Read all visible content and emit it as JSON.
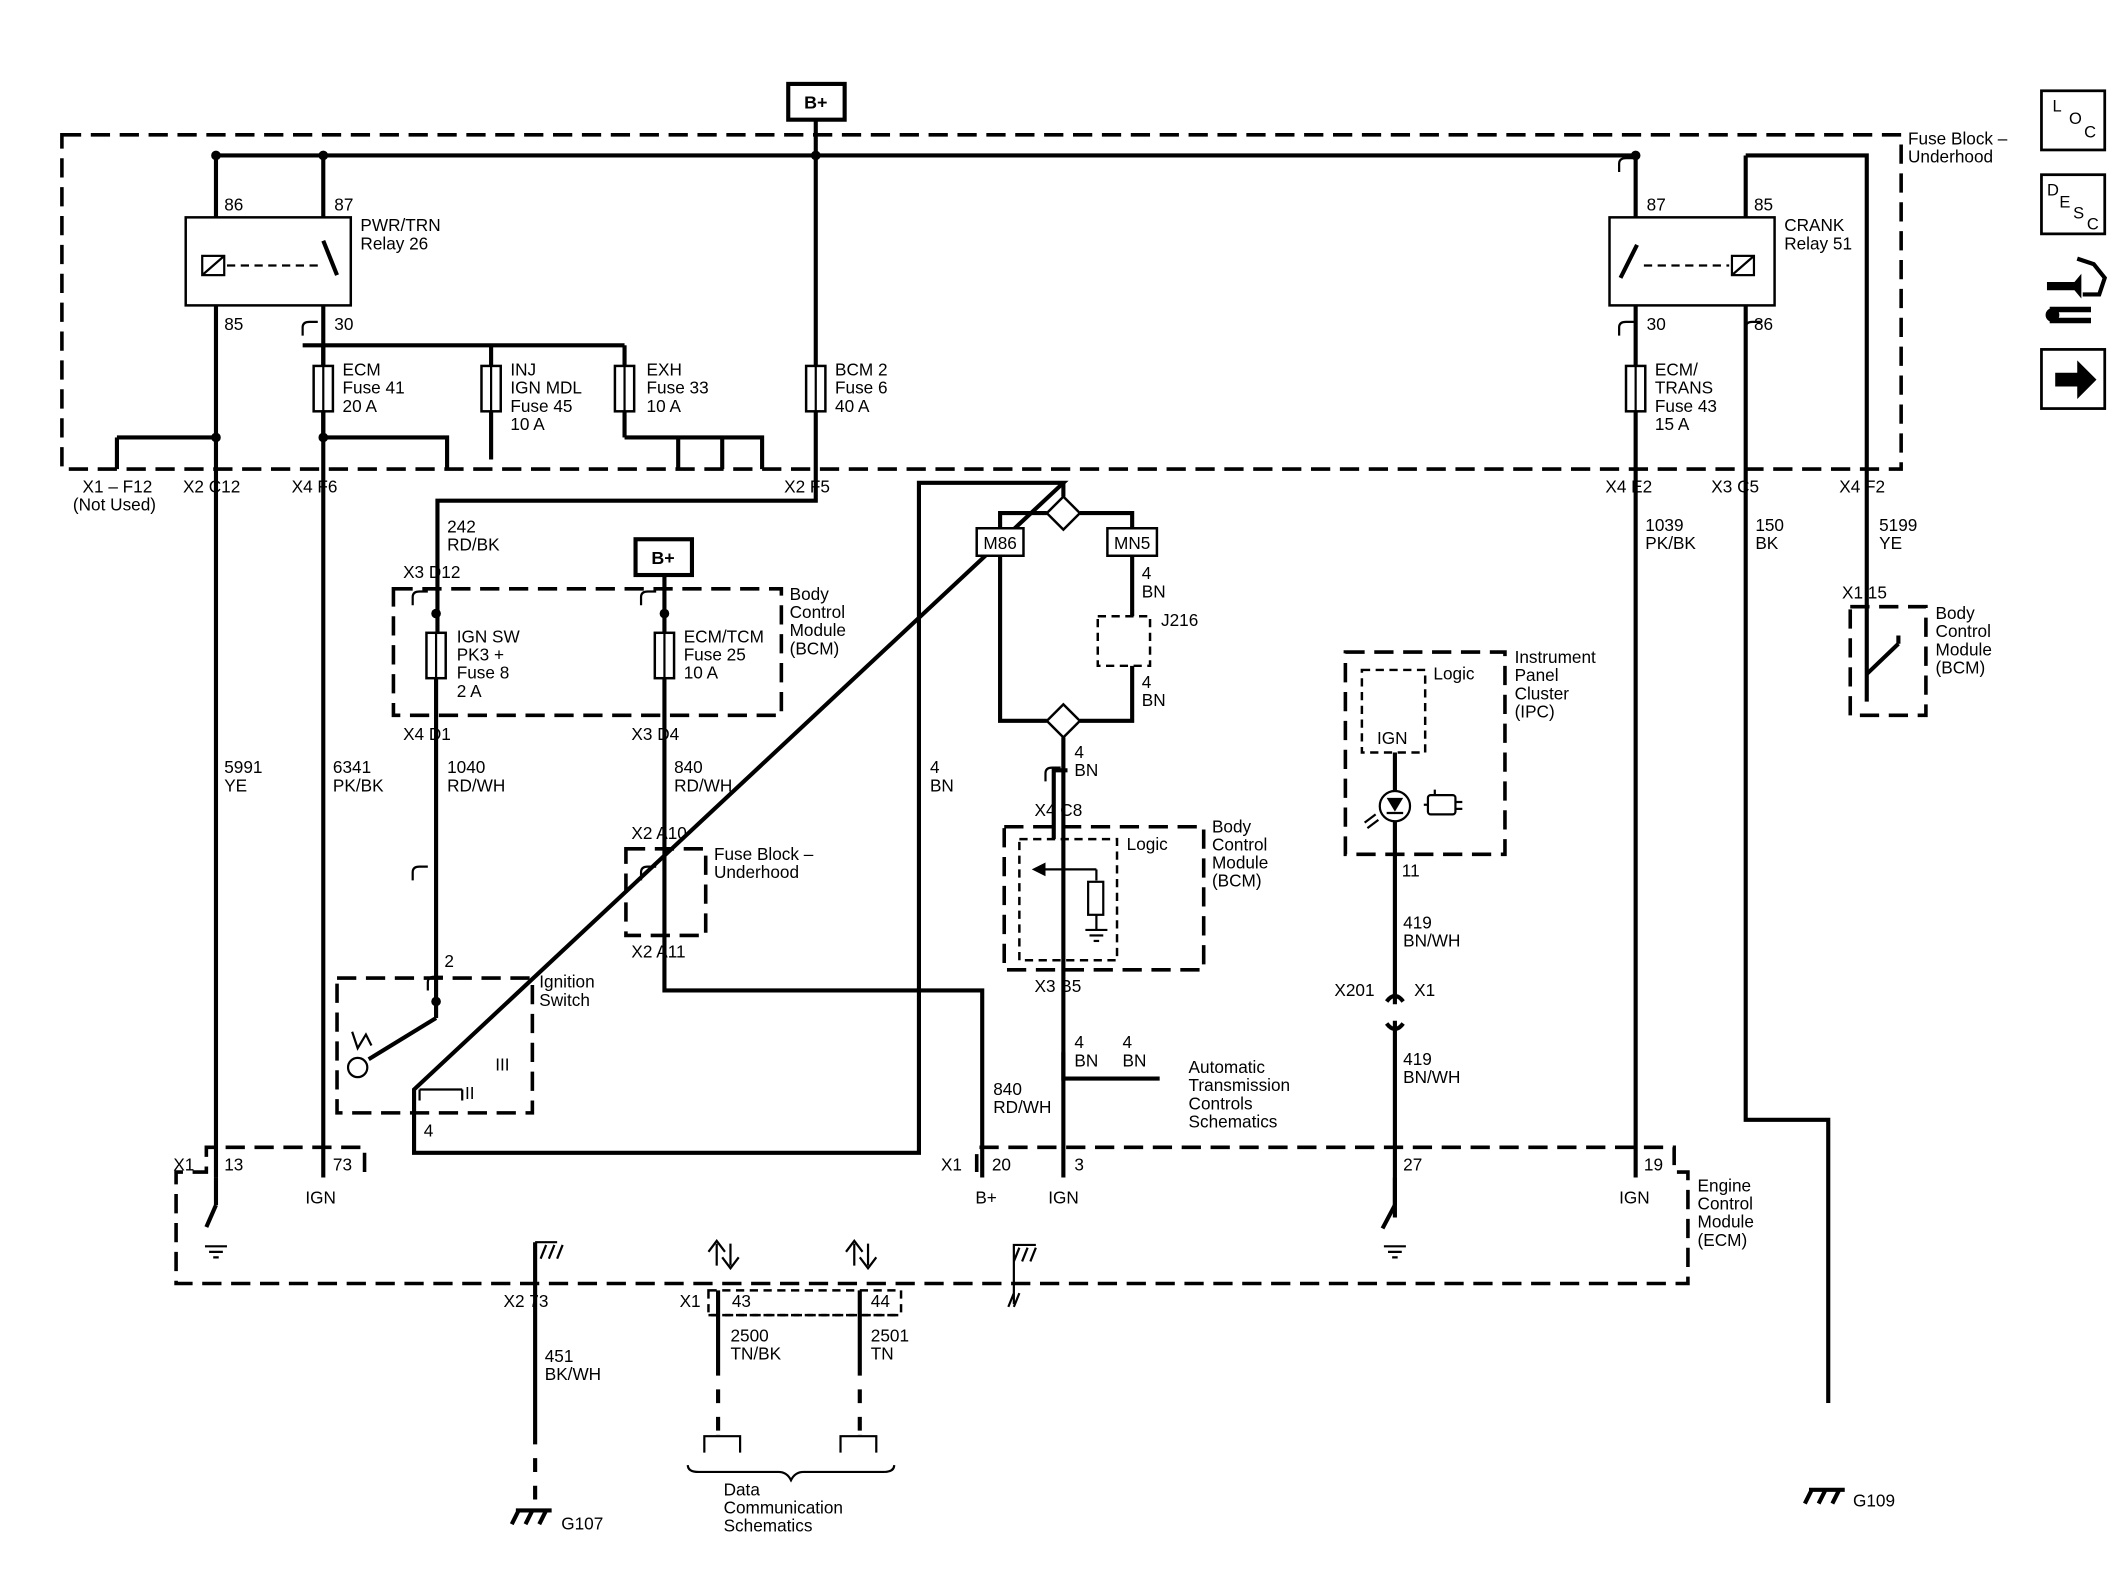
{
  "supply_tags": {
    "top": "B+",
    "bcm": "B+"
  },
  "modules": {
    "fuse_block": "Fuse Block –\nUnderhood",
    "bcm_upper": "Body\nControl\nModule\n(BCM)",
    "bcm_right": "Body\nControl\nModule\n(BCM)",
    "bcm_mid": "Body\nControl\nModule\n(BCM)",
    "fuse_block_small": "Fuse Block –\nUnderhood",
    "ipc": "Instrument\nPanel\nCluster\n(IPC)",
    "ecm": "Engine\nControl\nModule\n(ECM)",
    "ignition_switch": "Ignition\nSwitch"
  },
  "relays": {
    "pwr_trn": {
      "label": "PWR/TRN\nRelay 26",
      "pins": [
        "86",
        "87",
        "85",
        "30"
      ]
    },
    "crank": {
      "label": "CRANK\nRelay 51",
      "pins": [
        "87",
        "85",
        "30",
        "86"
      ]
    }
  },
  "fuses": {
    "ecm41": "ECM\nFuse 41\n20 A",
    "inj45": "INJ\nIGN MDL\nFuse 45\n10 A",
    "exh33": "EXH\nFuse 33\n10 A",
    "bcm6": "BCM 2\nFuse 6\n40 A",
    "ecmtrans43": "ECM/\nTRANS\nFuse 43\n15 A",
    "ignsw": "IGN SW\nPK3 +\nFuse 8\n2 A",
    "ecmtcm25": "ECM/TCM\nFuse 25\n10 A"
  },
  "connectors": {
    "x1_f12": "X1 – F12",
    "not_used": "(Not Used)",
    "x2_c12": "X2   C12",
    "x4_f6": "X4   F6",
    "x2_f5": "X2   F5",
    "x4_e2": "X4   E2",
    "x3_c5": "X3   C5",
    "x4_f2": "X4   F2",
    "x3_d12": "X3   D12",
    "x4_d1": "X4   D1",
    "x3_d4": "X3   D4",
    "x2_a10": "X2   A10",
    "x2_a11": "X2   A11",
    "x1_15": "X1   15",
    "x4_c8": "X4   C8",
    "x3_b5": "X3   B5",
    "x201": "X201",
    "x1_x201": "X1",
    "ipc_11": "11",
    "ign_2": "2",
    "ign_4": "4",
    "x1_ecm_left": "X1",
    "ecm_13": "13",
    "ecm_73": "73",
    "x1_ecm_mid": "X1",
    "ecm_20": "20",
    "ecm_3": "3",
    "ecm_27": "27",
    "ecm_19": "19",
    "x2_73": "X2   73",
    "x1_43": "X1",
    "pin_43": "43",
    "pin_44": "44"
  },
  "wires": {
    "w242": "242\nRD/BK",
    "w5991": "5991\nYE",
    "w6341": "6341\nPK/BK",
    "w1040": "1040\nRD/WH",
    "w840a": "840\nRD/WH",
    "w840b": "840\nRD/WH",
    "w4bn_main": "4\nBN",
    "w4bn_a": "4\nBN",
    "w4bn_b": "4\nBN",
    "w4bn_c": "4\nBN",
    "w4bn_d": "4\nBN",
    "w4bn_e": "4\nBN",
    "w1039": "1039\nPK/BK",
    "w150": "150\nBK",
    "w5199": "5199\nYE",
    "w419a": "419\nBN/WH",
    "w419b": "419\nBN/WH",
    "w451": "451\nBK/WH",
    "w2500": "2500\nTN/BK",
    "w2501": "2501\nTN"
  },
  "splices": {
    "m86": "M86",
    "mn5": "MN5",
    "j216": "J216"
  },
  "ecm_labels": {
    "ign1": "IGN",
    "ign2": "IGN",
    "ign3": "IGN",
    "bplus": "B+"
  },
  "misc": {
    "logic_bcm": "Logic",
    "logic_ipc": "Logic",
    "ign_ipc": "IGN",
    "ign_pos_iii": "III",
    "ign_pos_ii": "II",
    "ats": "Automatic\nTransmission\nControls\nSchematics",
    "data_comm": "Data\nCommunication\nSchematics",
    "g107": "G107",
    "g109": "G109"
  },
  "side_icons": [
    {
      "name": "location-icon",
      "glyph": [
        "L",
        "O",
        "C"
      ]
    },
    {
      "name": "description-icon",
      "glyph": [
        "D",
        "E",
        "S",
        "C"
      ]
    },
    {
      "name": "connector-tools-icon"
    },
    {
      "name": "next-arrow-icon"
    }
  ]
}
